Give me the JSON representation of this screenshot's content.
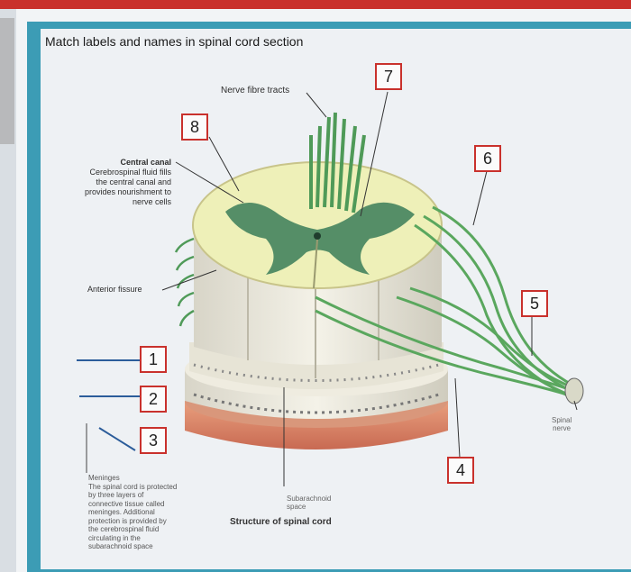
{
  "title": "Match labels and names in spinal cord section",
  "labels": {
    "nerve_fibre_tracts": "Nerve fibre tracts",
    "central_canal": "Central canal",
    "central_canal_desc": [
      "Cerebrospinal fluid fills",
      "the central canal and",
      "provides nourishment to",
      "nerve cells"
    ],
    "anterior_fissure": "Anterior fissure",
    "meninges": "Meninges",
    "meninges_desc": [
      "The spinal cord is protected",
      "by three layers of",
      "connective tissue called",
      "meninges. Additional",
      "protection is provided by",
      "the cerebrospinal fluid",
      "circulating in the",
      "subarachnoid space"
    ],
    "subarachnoid": [
      "Subarachnoid",
      "space"
    ],
    "spinal_nerve": [
      "Spinal",
      "nerve"
    ],
    "caption": "Structure of spinal cord"
  },
  "number_boxes": [
    "1",
    "2",
    "3",
    "4",
    "5",
    "6",
    "7",
    "8"
  ],
  "colors": {
    "accent_red": "#c9312c",
    "panel_blue": "#3c9cb5",
    "white_matter": "#eef0b8",
    "grey_matter": "#3a7d58",
    "nerve_green": "#5aa75e",
    "meninges_red": "#d8866d"
  }
}
